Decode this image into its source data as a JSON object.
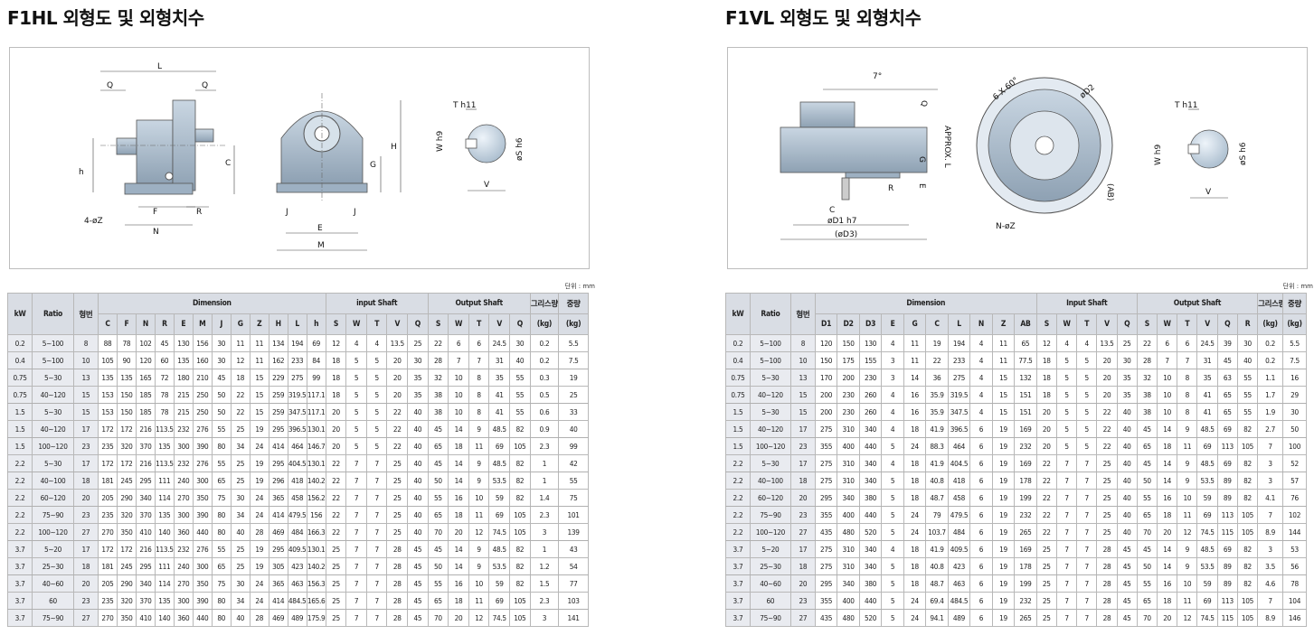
{
  "units_label": "단위 : mm",
  "left": {
    "title": "F1HL 외형도 및 외형치수",
    "drawing_labels": [
      "L",
      "Q",
      "Q",
      "H",
      "C",
      "h",
      "G",
      "T h11",
      "W h9",
      "øS h6",
      "V",
      "J",
      "J",
      "F",
      "R",
      "4-øZ",
      "N",
      "E",
      "M"
    ],
    "header": {
      "kw": "kW",
      "ratio": "Ratio",
      "frame": "형번",
      "dimension": "Dimension",
      "input": "input Shaft",
      "output": "Output Shaft",
      "grease": "그리스량",
      "grease_unit": "(kg)",
      "weight": "중량",
      "weight_unit": "(kg)",
      "dim_cols": [
        "C",
        "F",
        "N",
        "R",
        "E",
        "M",
        "J",
        "G",
        "Z",
        "H",
        "L",
        "h"
      ],
      "in_cols": [
        "S",
        "W",
        "T",
        "V",
        "Q"
      ],
      "out_cols": [
        "S",
        "W",
        "T",
        "V",
        "Q"
      ]
    },
    "rows": [
      [
        "0.2",
        "5~100",
        "8",
        "88",
        "78",
        "102",
        "45",
        "130",
        "156",
        "30",
        "11",
        "11",
        "134",
        "194",
        "69",
        "12",
        "4",
        "4",
        "13.5",
        "25",
        "22",
        "6",
        "6",
        "24.5",
        "30",
        "0.2",
        "5.5"
      ],
      [
        "0.4",
        "5~100",
        "10",
        "105",
        "90",
        "120",
        "60",
        "135",
        "160",
        "30",
        "12",
        "11",
        "162",
        "233",
        "84",
        "18",
        "5",
        "5",
        "20",
        "30",
        "28",
        "7",
        "7",
        "31",
        "40",
        "0.2",
        "7.5"
      ],
      [
        "0.75",
        "5~30",
        "13",
        "135",
        "135",
        "165",
        "72",
        "180",
        "210",
        "45",
        "18",
        "15",
        "229",
        "275",
        "99",
        "18",
        "5",
        "5",
        "20",
        "35",
        "32",
        "10",
        "8",
        "35",
        "55",
        "0.3",
        "19"
      ],
      [
        "0.75",
        "40~120",
        "15",
        "153",
        "150",
        "185",
        "78",
        "215",
        "250",
        "50",
        "22",
        "15",
        "259",
        "319.5",
        "117.1",
        "18",
        "5",
        "5",
        "20",
        "35",
        "38",
        "10",
        "8",
        "41",
        "55",
        "0.5",
        "25"
      ],
      [
        "1.5",
        "5~30",
        "15",
        "153",
        "150",
        "185",
        "78",
        "215",
        "250",
        "50",
        "22",
        "15",
        "259",
        "347.5",
        "117.1",
        "20",
        "5",
        "5",
        "22",
        "40",
        "38",
        "10",
        "8",
        "41",
        "55",
        "0.6",
        "33"
      ],
      [
        "1.5",
        "40~120",
        "17",
        "172",
        "172",
        "216",
        "113.5",
        "232",
        "276",
        "55",
        "25",
        "19",
        "295",
        "396.5",
        "130.1",
        "20",
        "5",
        "5",
        "22",
        "40",
        "45",
        "14",
        "9",
        "48.5",
        "82",
        "0.9",
        "40"
      ],
      [
        "1.5",
        "100~120",
        "23",
        "235",
        "320",
        "370",
        "135",
        "300",
        "390",
        "80",
        "34",
        "24",
        "414",
        "464",
        "146.7",
        "20",
        "5",
        "5",
        "22",
        "40",
        "65",
        "18",
        "11",
        "69",
        "105",
        "2.3",
        "99"
      ],
      [
        "2.2",
        "5~30",
        "17",
        "172",
        "172",
        "216",
        "113.5",
        "232",
        "276",
        "55",
        "25",
        "19",
        "295",
        "404.5",
        "130.1",
        "22",
        "7",
        "7",
        "25",
        "40",
        "45",
        "14",
        "9",
        "48.5",
        "82",
        "1",
        "42"
      ],
      [
        "2.2",
        "40~100",
        "18",
        "181",
        "245",
        "295",
        "111",
        "240",
        "300",
        "65",
        "25",
        "19",
        "296",
        "418",
        "140.2",
        "22",
        "7",
        "7",
        "25",
        "40",
        "50",
        "14",
        "9",
        "53.5",
        "82",
        "1",
        "55"
      ],
      [
        "2.2",
        "60~120",
        "20",
        "205",
        "290",
        "340",
        "114",
        "270",
        "350",
        "75",
        "30",
        "24",
        "365",
        "458",
        "156.2",
        "22",
        "7",
        "7",
        "25",
        "40",
        "55",
        "16",
        "10",
        "59",
        "82",
        "1.4",
        "75"
      ],
      [
        "2.2",
        "75~90",
        "23",
        "235",
        "320",
        "370",
        "135",
        "300",
        "390",
        "80",
        "34",
        "24",
        "414",
        "479.5",
        "156",
        "22",
        "7",
        "7",
        "25",
        "40",
        "65",
        "18",
        "11",
        "69",
        "105",
        "2.3",
        "101"
      ],
      [
        "2.2",
        "100~120",
        "27",
        "270",
        "350",
        "410",
        "140",
        "360",
        "440",
        "80",
        "40",
        "28",
        "469",
        "484",
        "166.3",
        "22",
        "7",
        "7",
        "25",
        "40",
        "70",
        "20",
        "12",
        "74.5",
        "105",
        "3",
        "139"
      ],
      [
        "3.7",
        "5~20",
        "17",
        "172",
        "172",
        "216",
        "113.5",
        "232",
        "276",
        "55",
        "25",
        "19",
        "295",
        "409.5",
        "130.1",
        "25",
        "7",
        "7",
        "28",
        "45",
        "45",
        "14",
        "9",
        "48.5",
        "82",
        "1",
        "43"
      ],
      [
        "3.7",
        "25~30",
        "18",
        "181",
        "245",
        "295",
        "111",
        "240",
        "300",
        "65",
        "25",
        "19",
        "305",
        "423",
        "140.2",
        "25",
        "7",
        "7",
        "28",
        "45",
        "50",
        "14",
        "9",
        "53.5",
        "82",
        "1.2",
        "54"
      ],
      [
        "3.7",
        "40~60",
        "20",
        "205",
        "290",
        "340",
        "114",
        "270",
        "350",
        "75",
        "30",
        "24",
        "365",
        "463",
        "156.3",
        "25",
        "7",
        "7",
        "28",
        "45",
        "55",
        "16",
        "10",
        "59",
        "82",
        "1.5",
        "77"
      ],
      [
        "3.7",
        "60",
        "23",
        "235",
        "320",
        "370",
        "135",
        "300",
        "390",
        "80",
        "34",
        "24",
        "414",
        "484.5",
        "165.6",
        "25",
        "7",
        "7",
        "28",
        "45",
        "65",
        "18",
        "11",
        "69",
        "105",
        "2.3",
        "103"
      ],
      [
        "3.7",
        "75~90",
        "27",
        "270",
        "350",
        "410",
        "140",
        "360",
        "440",
        "80",
        "40",
        "28",
        "469",
        "489",
        "175.9",
        "25",
        "7",
        "7",
        "28",
        "45",
        "70",
        "20",
        "12",
        "74.5",
        "105",
        "3",
        "141"
      ]
    ]
  },
  "right": {
    "title": "F1VL 외형도 및 외형치수",
    "drawing_labels": [
      "7°",
      "6 X 60°",
      "øD2",
      "APPROX. L",
      "Q",
      "G",
      "E",
      "R",
      "C",
      "øD1 h7",
      "(øD3)",
      "N-øZ",
      "(AB)",
      "T h11",
      "W h9",
      "øS h6",
      "V"
    ],
    "header": {
      "kw": "kW",
      "ratio": "Ratio",
      "frame": "형번",
      "dimension": "Dimension",
      "input": "Input Shaft",
      "output": "Output Shaft",
      "grease": "그리스량",
      "grease_unit": "(kg)",
      "weight": "중량",
      "weight_unit": "(kg)",
      "dim_cols": [
        "D1",
        "D2",
        "D3",
        "E",
        "G",
        "C",
        "L",
        "N",
        "Z",
        "AB"
      ],
      "in_cols": [
        "S",
        "W",
        "T",
        "V",
        "Q"
      ],
      "out_cols": [
        "S",
        "W",
        "T",
        "V",
        "Q",
        "R"
      ]
    },
    "rows": [
      [
        "0.2",
        "5~100",
        "8",
        "120",
        "150",
        "130",
        "4",
        "11",
        "19",
        "194",
        "4",
        "11",
        "65",
        "12",
        "4",
        "4",
        "13.5",
        "25",
        "22",
        "6",
        "6",
        "24.5",
        "39",
        "30",
        "0.2",
        "5.5"
      ],
      [
        "0.4",
        "5~100",
        "10",
        "150",
        "175",
        "155",
        "3",
        "11",
        "22",
        "233",
        "4",
        "11",
        "77.5",
        "18",
        "5",
        "5",
        "20",
        "30",
        "28",
        "7",
        "7",
        "31",
        "45",
        "40",
        "0.2",
        "7.5"
      ],
      [
        "0.75",
        "5~30",
        "13",
        "170",
        "200",
        "230",
        "3",
        "14",
        "36",
        "275",
        "4",
        "15",
        "132",
        "18",
        "5",
        "5",
        "20",
        "35",
        "32",
        "10",
        "8",
        "35",
        "63",
        "55",
        "1.1",
        "16"
      ],
      [
        "0.75",
        "40~120",
        "15",
        "200",
        "230",
        "260",
        "4",
        "16",
        "35.9",
        "319.5",
        "4",
        "15",
        "151",
        "18",
        "5",
        "5",
        "20",
        "35",
        "38",
        "10",
        "8",
        "41",
        "65",
        "55",
        "1.7",
        "29"
      ],
      [
        "1.5",
        "5~30",
        "15",
        "200",
        "230",
        "260",
        "4",
        "16",
        "35.9",
        "347.5",
        "4",
        "15",
        "151",
        "20",
        "5",
        "5",
        "22",
        "40",
        "38",
        "10",
        "8",
        "41",
        "65",
        "55",
        "1.9",
        "30"
      ],
      [
        "1.5",
        "40~120",
        "17",
        "275",
        "310",
        "340",
        "4",
        "18",
        "41.9",
        "396.5",
        "6",
        "19",
        "169",
        "20",
        "5",
        "5",
        "22",
        "40",
        "45",
        "14",
        "9",
        "48.5",
        "69",
        "82",
        "2.7",
        "50"
      ],
      [
        "1.5",
        "100~120",
        "23",
        "355",
        "400",
        "440",
        "5",
        "24",
        "88.3",
        "464",
        "6",
        "19",
        "232",
        "20",
        "5",
        "5",
        "22",
        "40",
        "65",
        "18",
        "11",
        "69",
        "113",
        "105",
        "7",
        "100"
      ],
      [
        "2.2",
        "5~30",
        "17",
        "275",
        "310",
        "340",
        "4",
        "18",
        "41.9",
        "404.5",
        "6",
        "19",
        "169",
        "22",
        "7",
        "7",
        "25",
        "40",
        "45",
        "14",
        "9",
        "48.5",
        "69",
        "82",
        "3",
        "52"
      ],
      [
        "2.2",
        "40~100",
        "18",
        "275",
        "310",
        "340",
        "5",
        "18",
        "40.8",
        "418",
        "6",
        "19",
        "178",
        "22",
        "7",
        "7",
        "25",
        "40",
        "50",
        "14",
        "9",
        "53.5",
        "89",
        "82",
        "3",
        "57"
      ],
      [
        "2.2",
        "60~120",
        "20",
        "295",
        "340",
        "380",
        "5",
        "18",
        "48.7",
        "458",
        "6",
        "19",
        "199",
        "22",
        "7",
        "7",
        "25",
        "40",
        "55",
        "16",
        "10",
        "59",
        "89",
        "82",
        "4.1",
        "76"
      ],
      [
        "2.2",
        "75~90",
        "23",
        "355",
        "400",
        "440",
        "5",
        "24",
        "79",
        "479.5",
        "6",
        "19",
        "232",
        "22",
        "7",
        "7",
        "25",
        "40",
        "65",
        "18",
        "11",
        "69",
        "113",
        "105",
        "7",
        "102"
      ],
      [
        "2.2",
        "100~120",
        "27",
        "435",
        "480",
        "520",
        "5",
        "24",
        "103.7",
        "484",
        "6",
        "19",
        "265",
        "22",
        "7",
        "7",
        "25",
        "40",
        "70",
        "20",
        "12",
        "74.5",
        "115",
        "105",
        "8.9",
        "144"
      ],
      [
        "3.7",
        "5~20",
        "17",
        "275",
        "310",
        "340",
        "4",
        "18",
        "41.9",
        "409.5",
        "6",
        "19",
        "169",
        "25",
        "7",
        "7",
        "28",
        "45",
        "45",
        "14",
        "9",
        "48.5",
        "69",
        "82",
        "3",
        "53"
      ],
      [
        "3.7",
        "25~30",
        "18",
        "275",
        "310",
        "340",
        "5",
        "18",
        "40.8",
        "423",
        "6",
        "19",
        "178",
        "25",
        "7",
        "7",
        "28",
        "45",
        "50",
        "14",
        "9",
        "53.5",
        "89",
        "82",
        "3.5",
        "56"
      ],
      [
        "3.7",
        "40~60",
        "20",
        "295",
        "340",
        "380",
        "5",
        "18",
        "48.7",
        "463",
        "6",
        "19",
        "199",
        "25",
        "7",
        "7",
        "28",
        "45",
        "55",
        "16",
        "10",
        "59",
        "89",
        "82",
        "4.6",
        "78"
      ],
      [
        "3.7",
        "60",
        "23",
        "355",
        "400",
        "440",
        "5",
        "24",
        "69.4",
        "484.5",
        "6",
        "19",
        "232",
        "25",
        "7",
        "7",
        "28",
        "45",
        "65",
        "18",
        "11",
        "69",
        "113",
        "105",
        "7",
        "104"
      ],
      [
        "3.7",
        "75~90",
        "27",
        "435",
        "480",
        "520",
        "5",
        "24",
        "94.1",
        "489",
        "6",
        "19",
        "265",
        "25",
        "7",
        "7",
        "28",
        "45",
        "70",
        "20",
        "12",
        "74.5",
        "115",
        "105",
        "8.9",
        "146"
      ]
    ]
  }
}
